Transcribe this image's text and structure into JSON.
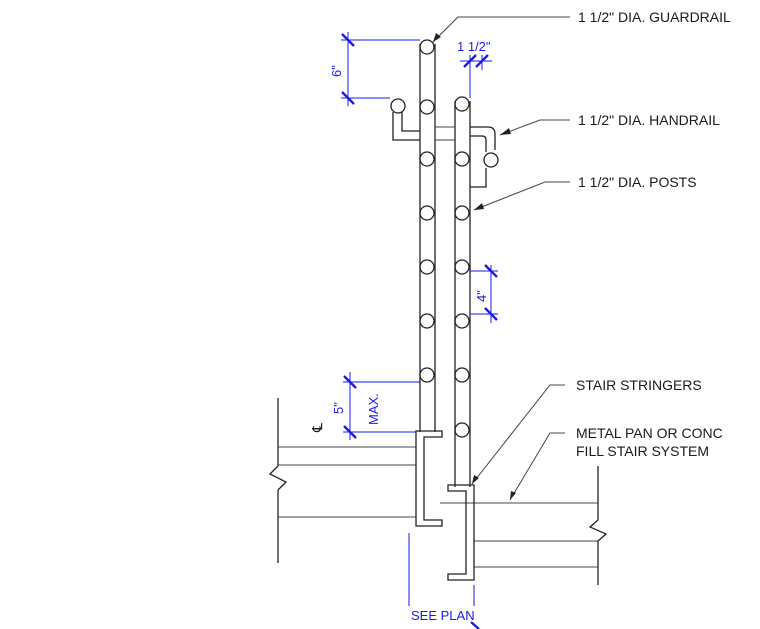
{
  "callouts": {
    "guardrail": "1 1/2\" DIA. GUARDRAIL",
    "handrail": "1 1/2\" DIA. HANDRAIL",
    "posts": "1 1/2\" DIA. POSTS",
    "stringers": "STAIR STRINGERS",
    "pan_line1": "METAL PAN OR CONC",
    "pan_line2": "FILL STAIR SYSTEM"
  },
  "dimensions": {
    "top": "6\"",
    "width": "1 1/2\"",
    "spacing": "4\"",
    "bottom": "5\"",
    "max": "MAX.",
    "centerline": "℄",
    "see_plan": "SEE PLAN"
  },
  "colors": {
    "ink": "#222222",
    "dimension": "#1a1aee"
  }
}
